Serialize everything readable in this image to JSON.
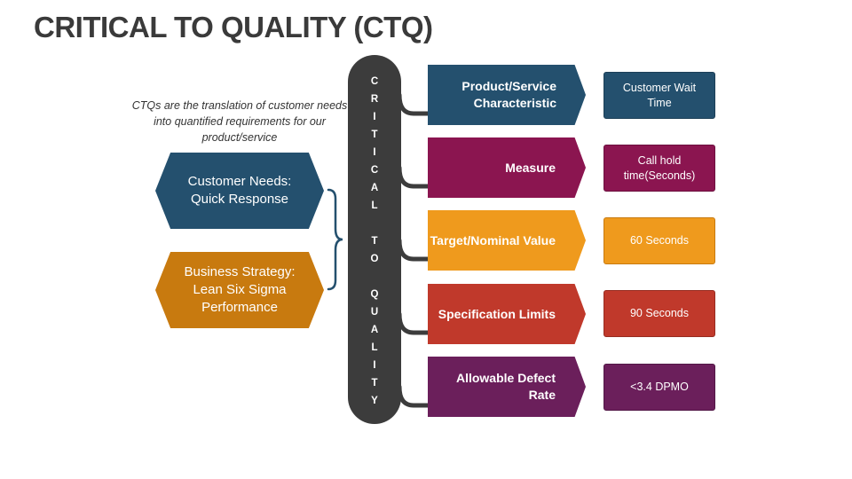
{
  "title": "CRITICAL TO QUALITY (CTQ)",
  "description": "CTQs are the translation of customer needs into quantified requirements for our product/service",
  "inputs": [
    {
      "label": "Customer Needs: Quick Response",
      "color": "#24506e"
    },
    {
      "label": "Business Strategy: Lean Six Sigma Performance",
      "color": "#c87a0f"
    }
  ],
  "vertical_label_letters": [
    "C",
    "R",
    "I",
    "T",
    "I",
    "C",
    "A",
    "L",
    "",
    "T",
    "O",
    "",
    "Q",
    "U",
    "A",
    "L",
    "I",
    "T",
    "Y"
  ],
  "rows": [
    {
      "label": "Product/Service Characteristic",
      "value": "Customer Wait Time",
      "color": "#24506e"
    },
    {
      "label": "Measure",
      "value": "Call hold time(Seconds)",
      "color": "#8b1550"
    },
    {
      "label": "Target/Nominal Value",
      "value": "60 Seconds",
      "color": "#ef9a1d"
    },
    {
      "label": "Specification Limits",
      "value": "90 Seconds",
      "color": "#c0392b"
    },
    {
      "label": "Allowable Defect Rate",
      "value": "<3.4 DPMO",
      "color": "#6b1f5b"
    }
  ]
}
